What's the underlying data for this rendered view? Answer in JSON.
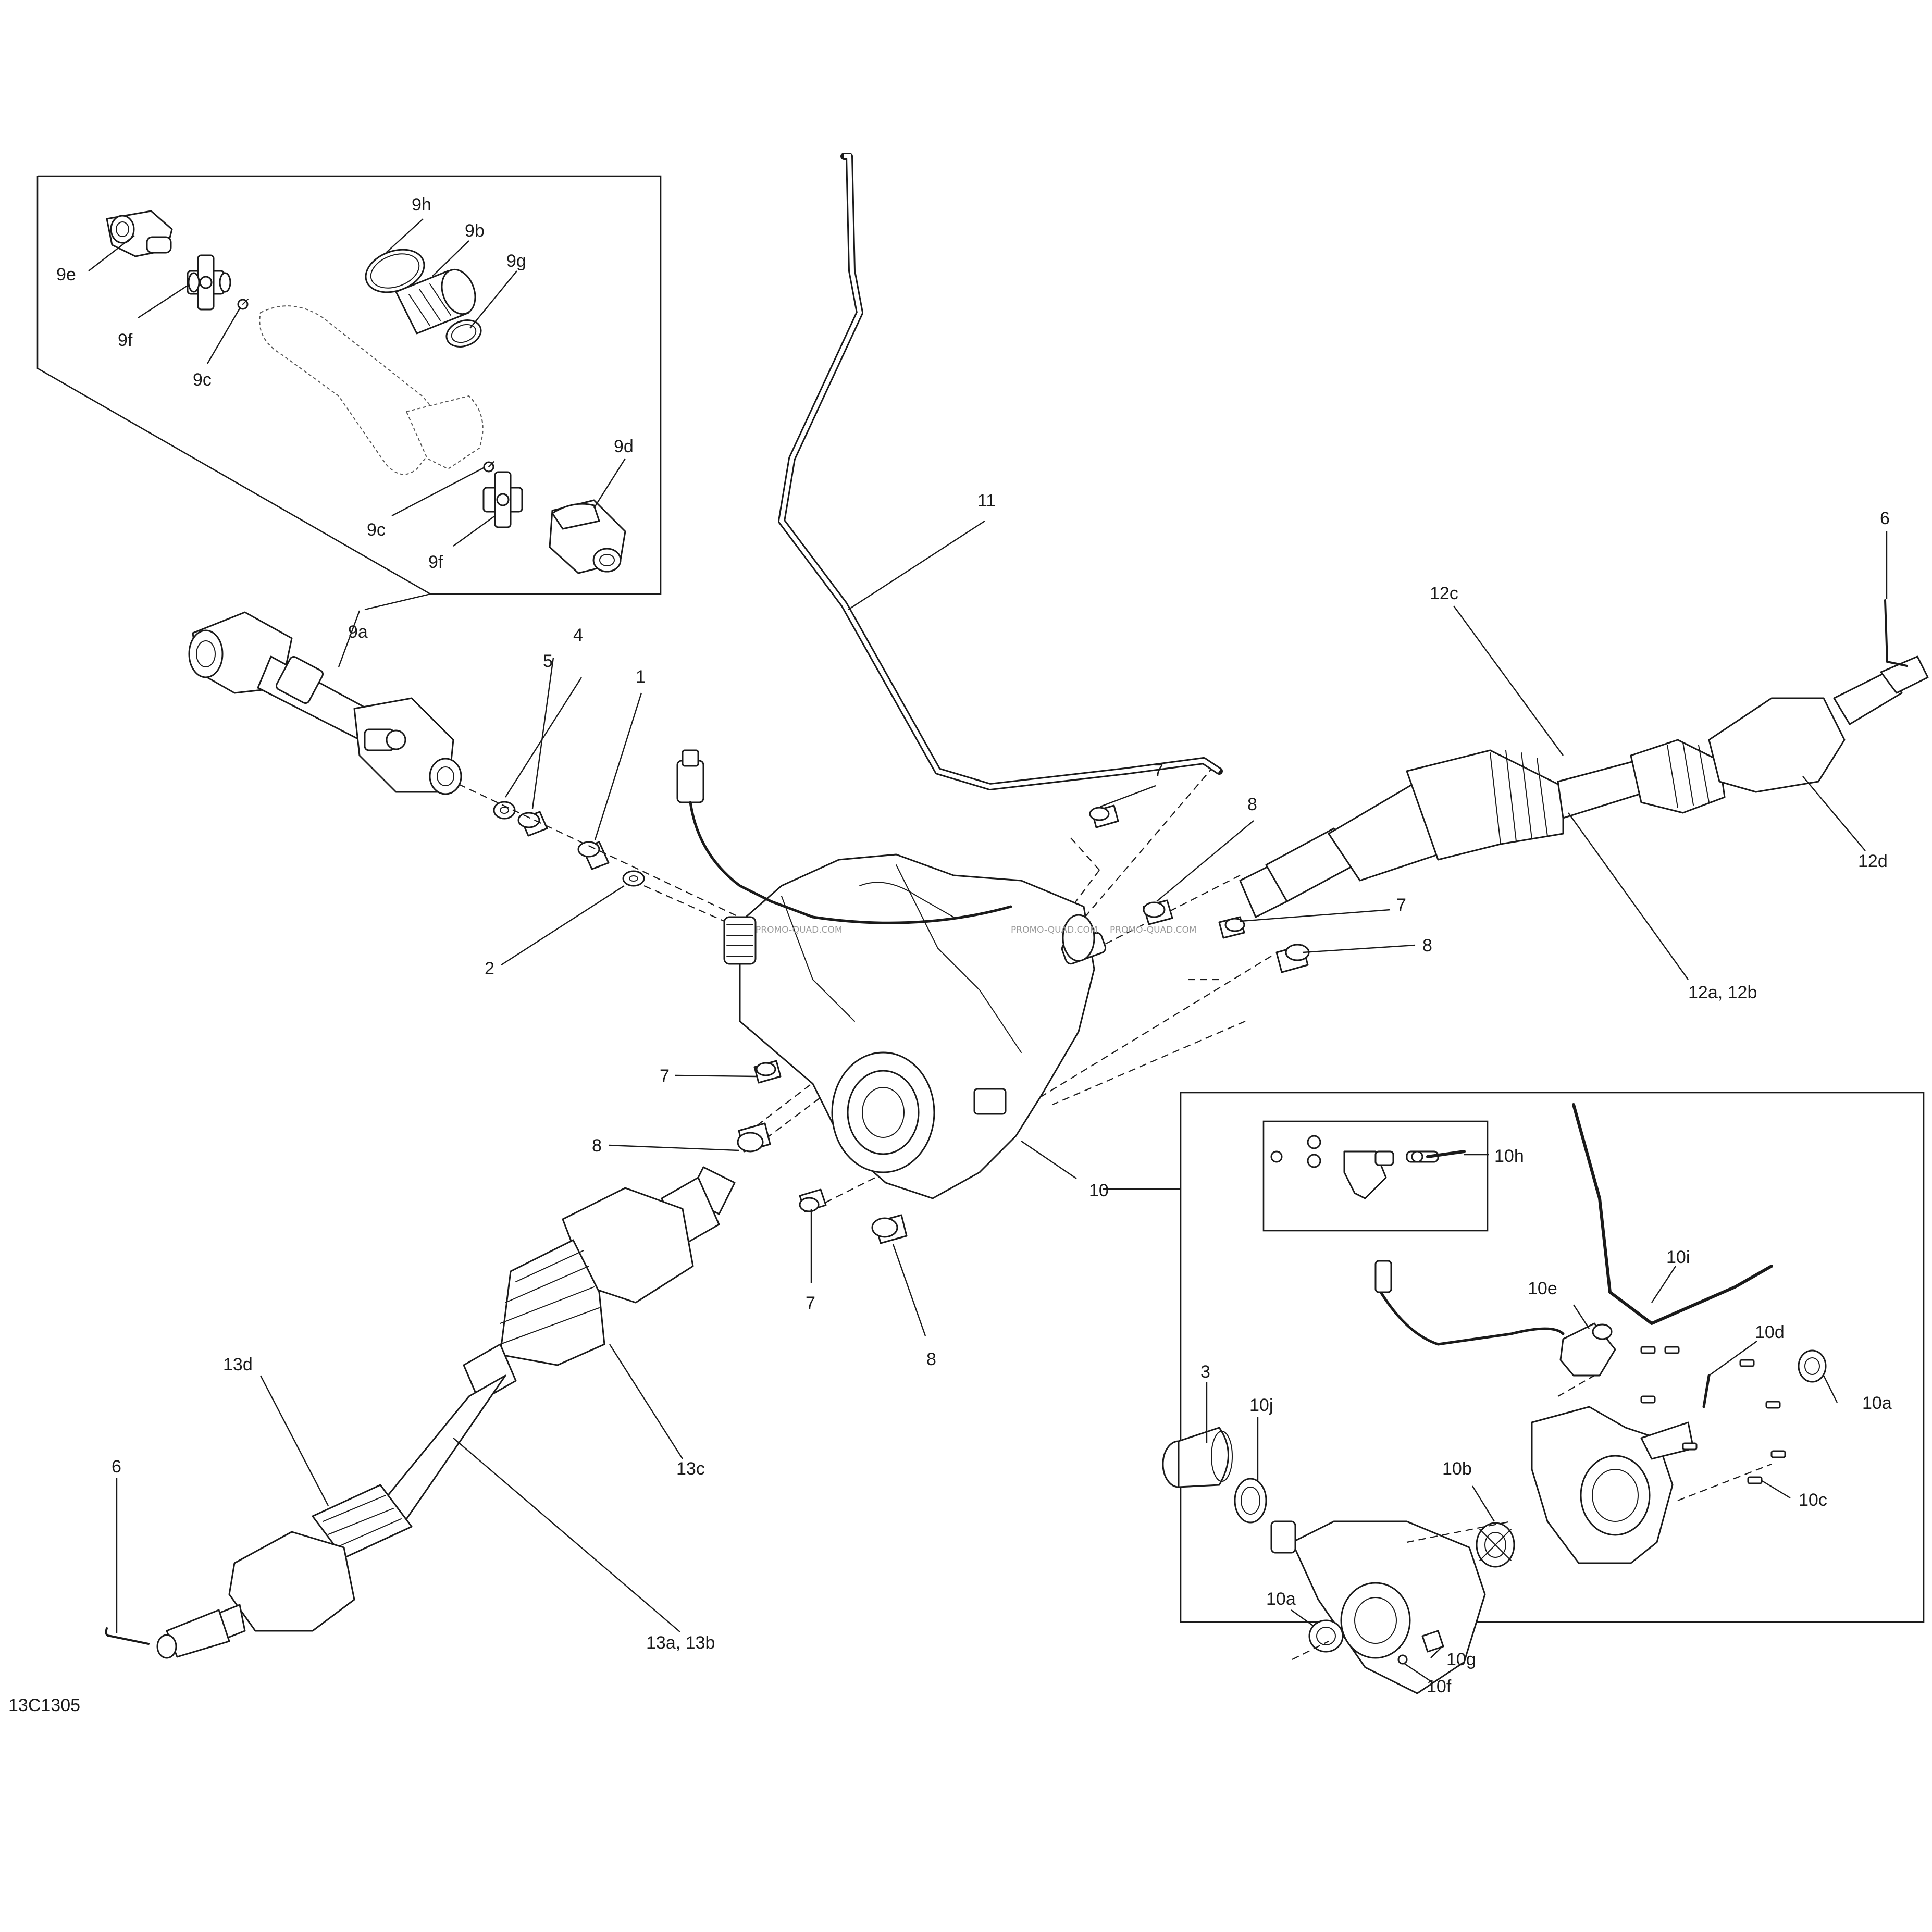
{
  "diagram_code": "13C1305",
  "watermark_text": "PROMO-QUAD.COM",
  "callouts": {
    "p1": "1",
    "p2": "2",
    "p3": "3",
    "p4": "4",
    "p5": "5",
    "p6_right": "6",
    "p6_left": "6",
    "p7_a": "7",
    "p7_b": "7",
    "p7_c": "7",
    "p7_d": "7",
    "p8_a": "8",
    "p8_b": "8",
    "p8_c": "8",
    "p8_d": "8",
    "p9a": "9a",
    "p9b": "9b",
    "p9c_top": "9c",
    "p9c_bottom": "9c",
    "p9d": "9d",
    "p9e": "9e",
    "p9f_top": "9f",
    "p9f_bottom": "9f",
    "p9g": "9g",
    "p9h": "9h",
    "p10": "10",
    "p10a_right": "10a",
    "p10a_left": "10a",
    "p10b": "10b",
    "p10c": "10c",
    "p10d": "10d",
    "p10e": "10e",
    "p10f": "10f",
    "p10g": "10g",
    "p10h": "10h",
    "p10i": "10i",
    "p10j": "10j",
    "p11": "11",
    "p12a_12b": "12a, 12b",
    "p12c": "12c",
    "p12d": "12d",
    "p13a_13b": "13a, 13b",
    "p13c": "13c",
    "p13d": "13d"
  }
}
